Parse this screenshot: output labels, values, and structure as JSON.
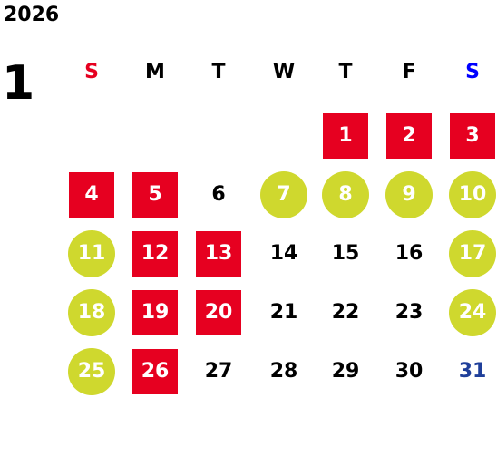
{
  "calendar": {
    "year": "2026",
    "month": "1",
    "weekdays": [
      {
        "label": "S",
        "color": "#e60020"
      },
      {
        "label": "M",
        "color": "#000000"
      },
      {
        "label": "T",
        "color": "#000000"
      },
      {
        "label": "W",
        "color": "#000000"
      },
      {
        "label": "T",
        "color": "#000000"
      },
      {
        "label": "F",
        "color": "#000000"
      },
      {
        "label": "S",
        "color": "#0000ff"
      }
    ],
    "colors": {
      "holiday_red": "#e60020",
      "closed_yellow": "#cfd82e",
      "normal": "#000000",
      "saturday_blue": "#1f3f9a"
    },
    "days": [
      {
        "day": "1",
        "style": "red"
      },
      {
        "day": "2",
        "style": "red"
      },
      {
        "day": "3",
        "style": "red"
      },
      {
        "day": "4",
        "style": "red"
      },
      {
        "day": "5",
        "style": "red"
      },
      {
        "day": "6",
        "style": "plain"
      },
      {
        "day": "7",
        "style": "yellow"
      },
      {
        "day": "8",
        "style": "yellow"
      },
      {
        "day": "9",
        "style": "yellow"
      },
      {
        "day": "10",
        "style": "yellow"
      },
      {
        "day": "11",
        "style": "yellow"
      },
      {
        "day": "12",
        "style": "red"
      },
      {
        "day": "13",
        "style": "red"
      },
      {
        "day": "14",
        "style": "plain"
      },
      {
        "day": "15",
        "style": "plain"
      },
      {
        "day": "16",
        "style": "plain"
      },
      {
        "day": "17",
        "style": "yellow"
      },
      {
        "day": "18",
        "style": "yellow"
      },
      {
        "day": "19",
        "style": "red"
      },
      {
        "day": "20",
        "style": "red"
      },
      {
        "day": "21",
        "style": "plain"
      },
      {
        "day": "22",
        "style": "plain"
      },
      {
        "day": "23",
        "style": "plain"
      },
      {
        "day": "24",
        "style": "yellow"
      },
      {
        "day": "25",
        "style": "yellow"
      },
      {
        "day": "26",
        "style": "red"
      },
      {
        "day": "27",
        "style": "plain"
      },
      {
        "day": "28",
        "style": "plain"
      },
      {
        "day": "29",
        "style": "plain"
      },
      {
        "day": "30",
        "style": "plain"
      },
      {
        "day": "31",
        "style": "blue"
      }
    ]
  }
}
